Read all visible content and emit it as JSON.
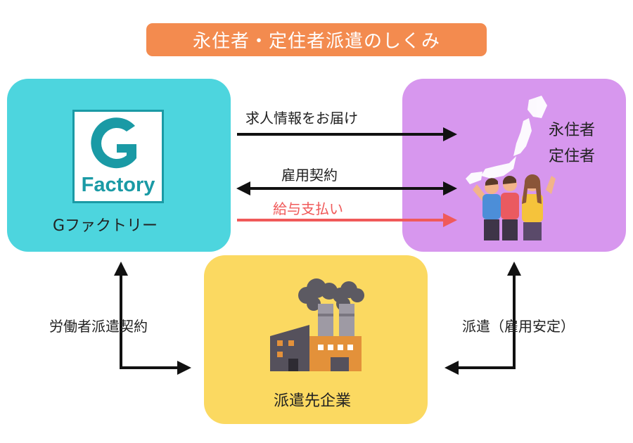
{
  "title": "永住者・定住者派遣のしくみ",
  "factory": {
    "name": "Gファクトリー",
    "logo_text": "Factory"
  },
  "workers": {
    "line1": "永住者",
    "line2": "定住者"
  },
  "client": {
    "name": "派遣先企業"
  },
  "arrows": {
    "job_info": "求人情報をお届け",
    "employment_contract": "雇用契約",
    "salary_payment": "給与支払い",
    "dispatch_contract": "労働者派遣契約",
    "dispatch_stability": "派遣（雇用安定）"
  },
  "colors": {
    "title_bg": "#f38b4f",
    "factory_bg": "#4dd5de",
    "workers_bg": "#d797ee",
    "client_bg": "#fbd961",
    "salary_arrow": "#f05a5a",
    "logo_teal": "#1a9aa5"
  }
}
